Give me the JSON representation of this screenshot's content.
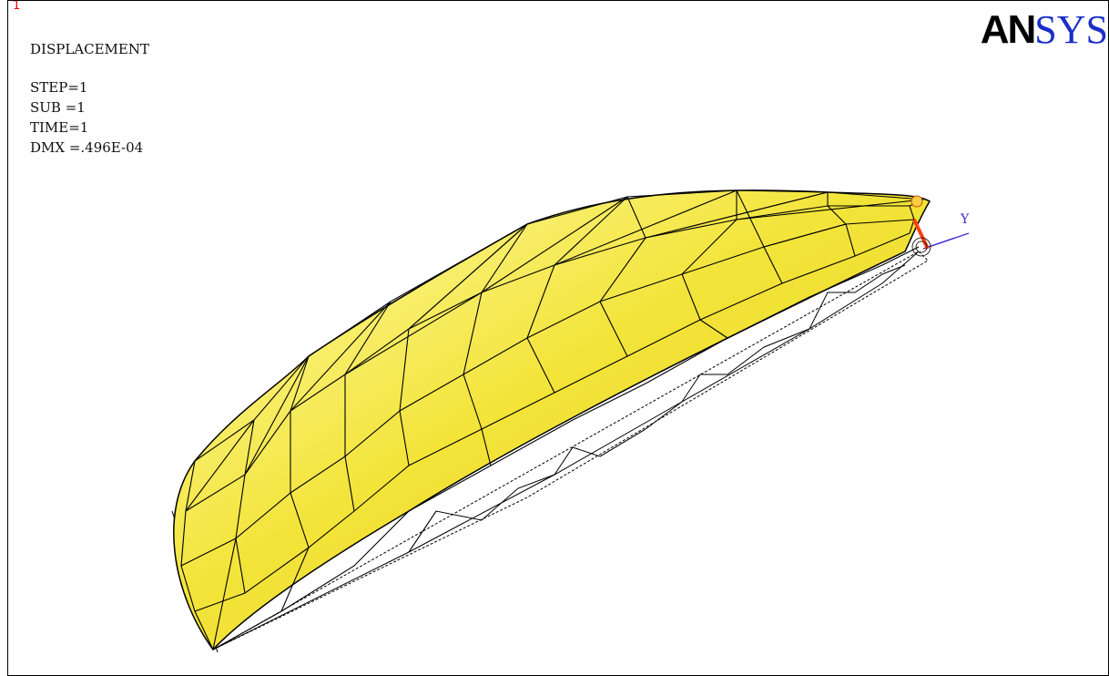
{
  "window": {
    "number": "1",
    "logo_part1": "AN",
    "logo_part2": "SYS"
  },
  "result": {
    "title": "DISPLACEMENT",
    "lines": [
      "STEP=1",
      "SUB =1",
      "TIME=1",
      "DMX =.496E-04"
    ]
  },
  "triad": {
    "axis_label": "Y"
  },
  "colors": {
    "deformed_fill": "#f0e020",
    "deformed_fill_light": "#fff890",
    "mesh_line": "#000000",
    "undeformed_edge": "#000000",
    "triad_axis": "#3b2bd6",
    "triad_marker": "#ff4010"
  }
}
